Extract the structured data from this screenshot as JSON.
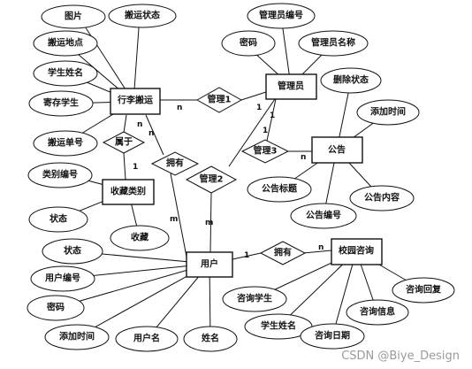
{
  "diagram": {
    "entities": {
      "luggage": "行李搬运",
      "admin": "管理员",
      "notice": "公告",
      "category": "收藏类别",
      "user": "用户",
      "consult": "校园咨询"
    },
    "relations": {
      "manage1": "管理1",
      "manage2": "管理2",
      "manage3": "管理3",
      "belong": "属于",
      "own1": "拥有",
      "own2": "拥有"
    },
    "attributes": {
      "luggage_photo": "图片",
      "luggage_status": "搬运状态",
      "luggage_place": "搬运地点",
      "luggage_student": "学生姓名",
      "luggage_store": "寄存学生",
      "luggage_no": "搬运单号",
      "admin_no": "管理员编号",
      "admin_pwd": "密码",
      "admin_name": "管理员名称",
      "notice_del": "删除状态",
      "notice_time": "添加时间",
      "notice_title": "公告标题",
      "notice_content": "公告内容",
      "notice_no": "公告编号",
      "cat_no": "类别编号",
      "cat_status": "状态",
      "cat_fav": "收藏",
      "user_status": "状态",
      "user_no": "用户编号",
      "user_pwd": "密码",
      "user_time": "添加时间",
      "user_name": "用户名",
      "user_realname": "姓名",
      "consult_student": "咨询学生",
      "consult_sname": "学生姓名",
      "consult_date": "咨询日期",
      "consult_info": "咨询信息",
      "consult_reply": "咨询回复"
    },
    "cardinalities": {
      "manage1_luggage": "n",
      "manage1_admin": "1",
      "manage2_admin": "1",
      "manage2_user": "m",
      "manage3_admin": "1",
      "manage3_notice": "n",
      "belong_luggage": "n",
      "belong_category": "1",
      "own1_luggage": "n",
      "own1_user": "m",
      "own2_user": "1",
      "own2_consult": "n"
    }
  },
  "watermark": "CSDN @Biye_Design"
}
